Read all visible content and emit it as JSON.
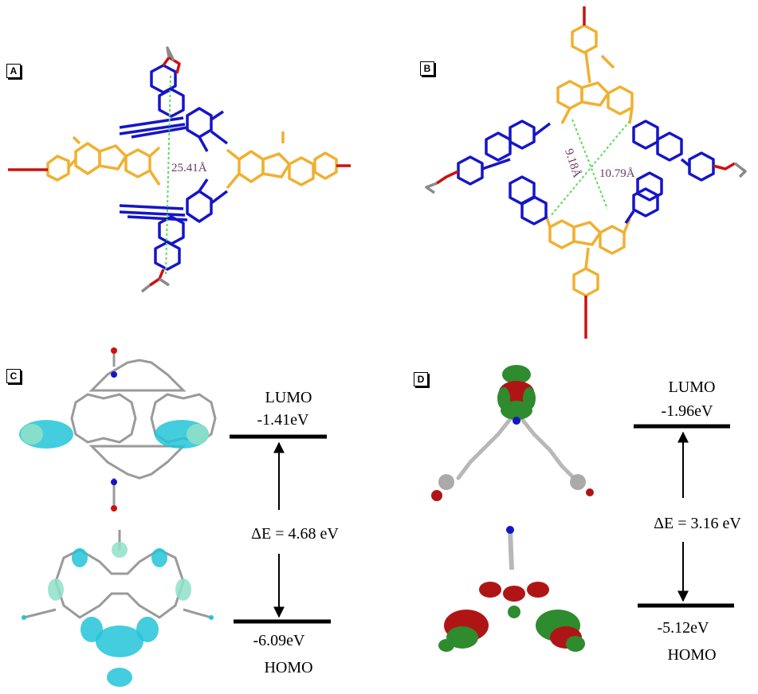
{
  "panels": {
    "a": {
      "label": "A",
      "distance": "25.41Å"
    },
    "b": {
      "label": "B",
      "distance_1": "9.18Å",
      "distance_2": "10.79Å"
    },
    "c": {
      "label": "C",
      "lumo_name": "LUMO",
      "lumo_energy": "-1.41eV",
      "gap": "ΔE = 4.68 eV",
      "homo_energy": "-6.09eV",
      "homo_name": "HOMO"
    },
    "d": {
      "label": "D",
      "lumo_name": "LUMO",
      "lumo_energy": "-1.96eV",
      "gap": "ΔE = 3.16 eV",
      "homo_energy": "-5.12eV",
      "homo_name": "HOMO"
    }
  },
  "colors": {
    "carbazole": "#1515c8",
    "fluorene": "#f0b030",
    "oxygen": "#cc1111",
    "methyl": "#8a8a8a",
    "distance_line": "#55dd55",
    "orbital_cyan": "#22c4d8",
    "orbital_green": "#2e8b2e",
    "orbital_red": "#b01515"
  }
}
